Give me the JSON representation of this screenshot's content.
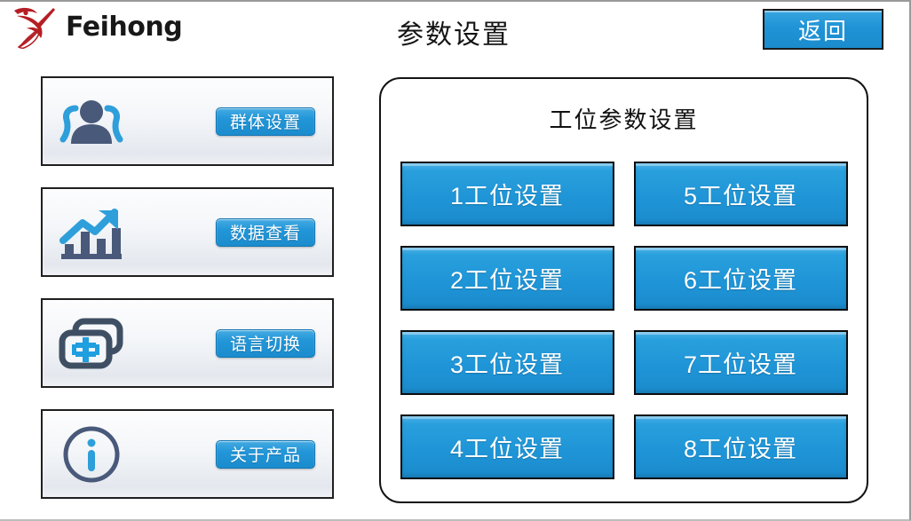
{
  "header": {
    "brand": "Feihong",
    "logo_icon": "swift-bird-logo",
    "title": "参数设置",
    "return_label": "返回"
  },
  "sidebar": {
    "items": [
      {
        "icon": "group-people-icon",
        "label": "群体设置"
      },
      {
        "icon": "bar-chart-trend-icon",
        "label": "数据查看"
      },
      {
        "icon": "language-switch-icon",
        "label": "语言切换"
      },
      {
        "icon": "info-circle-icon",
        "label": "关于产品"
      }
    ]
  },
  "panel": {
    "title": "工位参数设置",
    "stations": [
      {
        "label": "1工位设置"
      },
      {
        "label": "2工位设置"
      },
      {
        "label": "3工位设置"
      },
      {
        "label": "4工位设置"
      },
      {
        "label": "5工位设置"
      },
      {
        "label": "6工位设置"
      },
      {
        "label": "7工位设置"
      },
      {
        "label": "8工位设置"
      }
    ]
  },
  "colors": {
    "accent_blue": "#1e95d7",
    "accent_blue_light": "#4fb2e6",
    "icon_slate": "#465a72",
    "icon_blue": "#2196d8",
    "logo_red": "#b51e24",
    "border_dark": "#141414",
    "card_bg": "#eef0f4"
  }
}
